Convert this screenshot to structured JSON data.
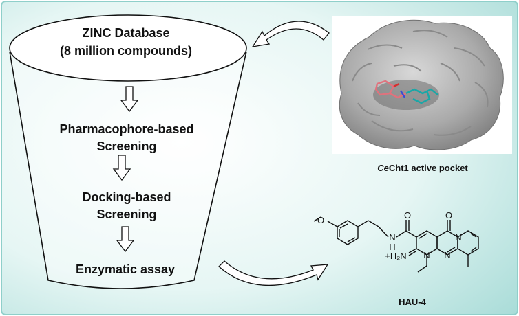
{
  "funnel": {
    "database_line1": "ZINC Database",
    "database_line2": "(8 million compounds)",
    "step1_line1": "Pharmacophore-based",
    "step1_line2": "Screening",
    "step2_line1": "Docking-based",
    "step2_line2": "Screening",
    "step3": "Enzymatic assay"
  },
  "protein": {
    "caption_italic": "Ce",
    "caption_rest": "Cht1 active pocket"
  },
  "compound": {
    "name": "HAU-4",
    "atoms": {
      "O_methoxy": "O",
      "N_amide": "N",
      "H_amide": "H",
      "O_amide": "O",
      "O_ketone": "O",
      "N_ring1": "N",
      "N_ring2": "N",
      "N_ring3": "N",
      "N_imine": "N",
      "iminium": "+H₂N"
    }
  },
  "colors": {
    "background_gradient_center": "#ffffff",
    "background_gradient_edge": "#a9dcd8",
    "protein_surface": "#a4a4a4",
    "ligand_pink": "#e0727d",
    "ligand_teal": "#1aa7a7"
  }
}
